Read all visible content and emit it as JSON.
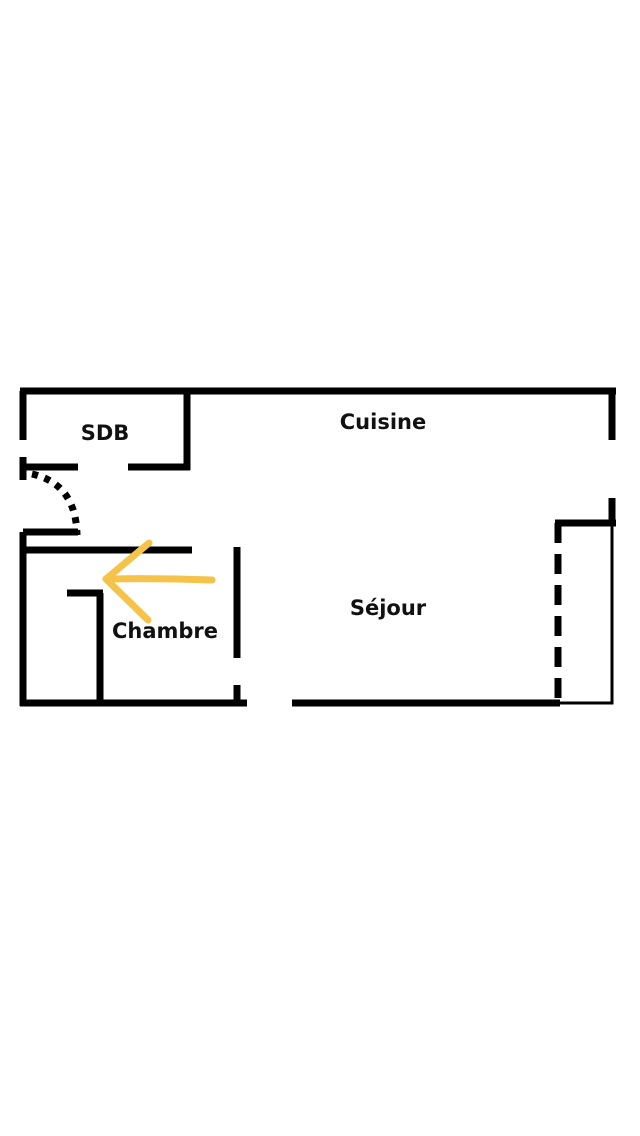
{
  "floor_plan": {
    "rooms": {
      "sdb": "SDB",
      "cuisine": "Cuisine",
      "sejour": "Séjour",
      "chambre": "Chambre"
    },
    "annotation": {
      "type": "arrow",
      "direction": "left",
      "color": "#f5c24a"
    },
    "wall_color": "#000000"
  }
}
